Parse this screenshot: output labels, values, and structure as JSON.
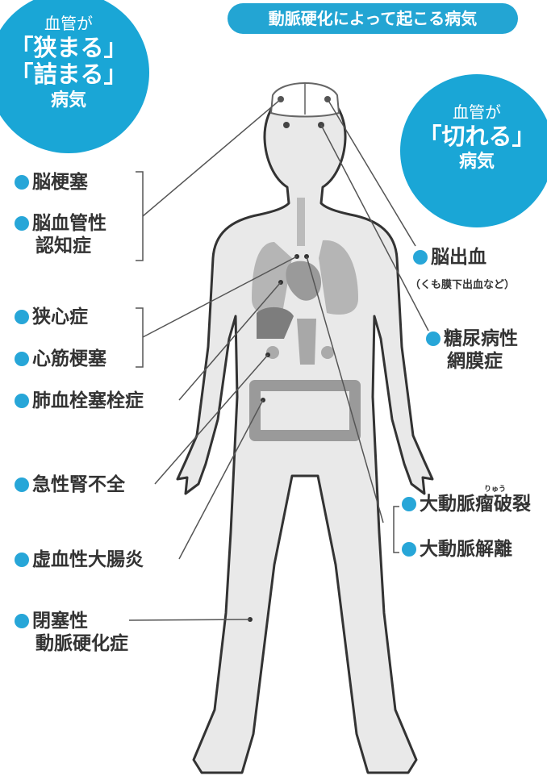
{
  "banner": "動脈硬化によって起こる病気",
  "left_circle": {
    "line1": "血管が",
    "line2": "「狭まる」",
    "line3": "「詰まる」",
    "line4": "病気"
  },
  "right_circle": {
    "line1": "血管が",
    "line2": "「切れる」",
    "line3": "病気"
  },
  "left_labels": {
    "cerebral_infarction": "脳梗塞",
    "vascular_dementia_1": "脳血管性",
    "vascular_dementia_2": "認知症",
    "angina": "狭心症",
    "myocardial_infarction": "心筋梗塞",
    "pulmonary_embolism": "肺血栓塞栓症",
    "acute_renal_failure": "急性腎不全",
    "ischemic_colitis": "虚血性大腸炎",
    "aso_1": "閉塞性",
    "aso_2": "動脈硬化症"
  },
  "right_labels": {
    "cerebral_hemorrhage": "脳出血",
    "cerebral_hemorrhage_note": "（くも膜下出血など）",
    "diabetic_retinopathy_1": "糖尿病性",
    "diabetic_retinopathy_2": "網膜症",
    "aortic_aneurysm_rupture": "大動脈瘤破裂",
    "aortic_aneurysm_ruby": "りゅう",
    "aortic_dissection": "大動脈解離"
  },
  "colors": {
    "accent": "#1aa6d6",
    "body_fill": "#e9e9e9",
    "body_outline": "#333333",
    "organ": "#9a9a9a"
  }
}
